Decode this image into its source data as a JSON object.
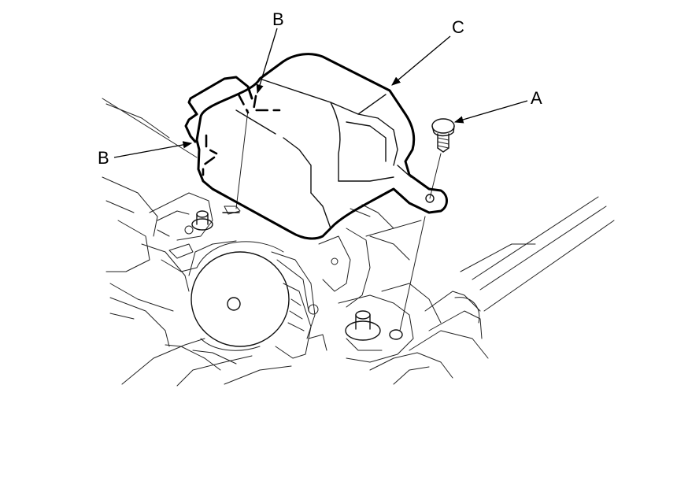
{
  "callouts": {
    "a": "A",
    "b_top": "B",
    "b_left": "B",
    "c": "C"
  },
  "colors": {
    "line": "#000000",
    "background": "#ffffff"
  }
}
